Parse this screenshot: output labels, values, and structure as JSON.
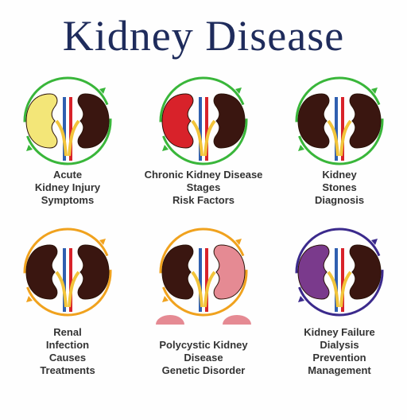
{
  "title": "Kidney Disease",
  "colors": {
    "title": "#1f2c5c",
    "kidney_dark": "#3a1610",
    "kidney_red": "#d8222a",
    "kidney_yellow": "#f3e678",
    "kidney_purple": "#7a3a8c",
    "ureter_yellow": "#f2c43a",
    "vessel_blue": "#2f5fb0",
    "ring_green": "#39b63a",
    "ring_orange": "#f0a21e",
    "ring_purple": "#3b2a8c",
    "pink": "#e58a93"
  },
  "panels": [
    {
      "caption": [
        "Acute",
        "Kidney Injury",
        "Symptoms"
      ],
      "ring": "ring_green",
      "left": "kidney_yellow",
      "right": "kidney_dark"
    },
    {
      "caption": [
        "Chronic Kidney Disease",
        "Stages",
        "Risk Factors"
      ],
      "ring": "ring_green",
      "left": "kidney_red",
      "right": "kidney_dark"
    },
    {
      "caption": [
        "Kidney",
        "Stones",
        "Diagnosis"
      ],
      "ring": "ring_green",
      "left": "kidney_dark",
      "right": "kidney_dark"
    },
    {
      "caption": [
        "Renal",
        "Infection",
        "Causes",
        "Treatments"
      ],
      "ring": "ring_orange",
      "left": "kidney_dark",
      "right": "kidney_dark"
    },
    {
      "caption": [
        "Polycystic Kidney",
        "Disease",
        "Genetic Disorder"
      ],
      "ring": "ring_orange",
      "left": "kidney_dark",
      "right": "pink"
    },
    {
      "caption": [
        "Kidney Failure",
        "Dialysis",
        "Prevention",
        "Management"
      ],
      "ring": "ring_purple",
      "left": "kidney_purple",
      "right": "kidney_dark"
    }
  ]
}
